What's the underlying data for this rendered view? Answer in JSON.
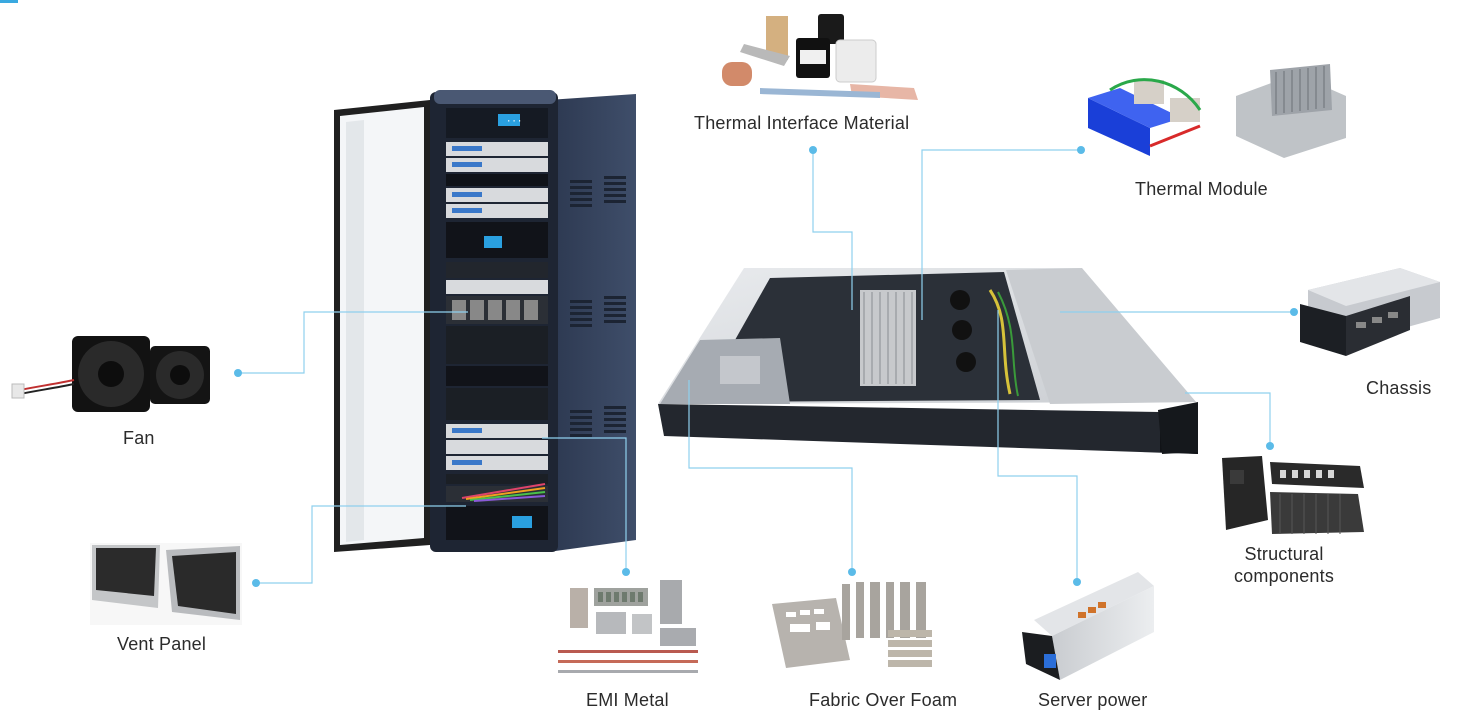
{
  "colors": {
    "leader_line": "#8fd0ee",
    "leader_dot": "#5bbbe8",
    "rack_body": "#3b4a63",
    "rack_dark": "#1e2533",
    "server_metal": "#b9bdc3",
    "label_text": "#2b2b2b"
  },
  "labels": {
    "tim": "Thermal Interface Material",
    "thermal_module": "Thermal Module",
    "fan": "Fan",
    "chassis": "Chassis",
    "structural_line1": "Structural",
    "structural_line2": "components",
    "vent_panel": "Vent Panel",
    "emi_metal": "EMI Metal",
    "fabric_over_foam": "Fabric Over Foam",
    "server_power": "Server power"
  },
  "rack_display": "···"
}
